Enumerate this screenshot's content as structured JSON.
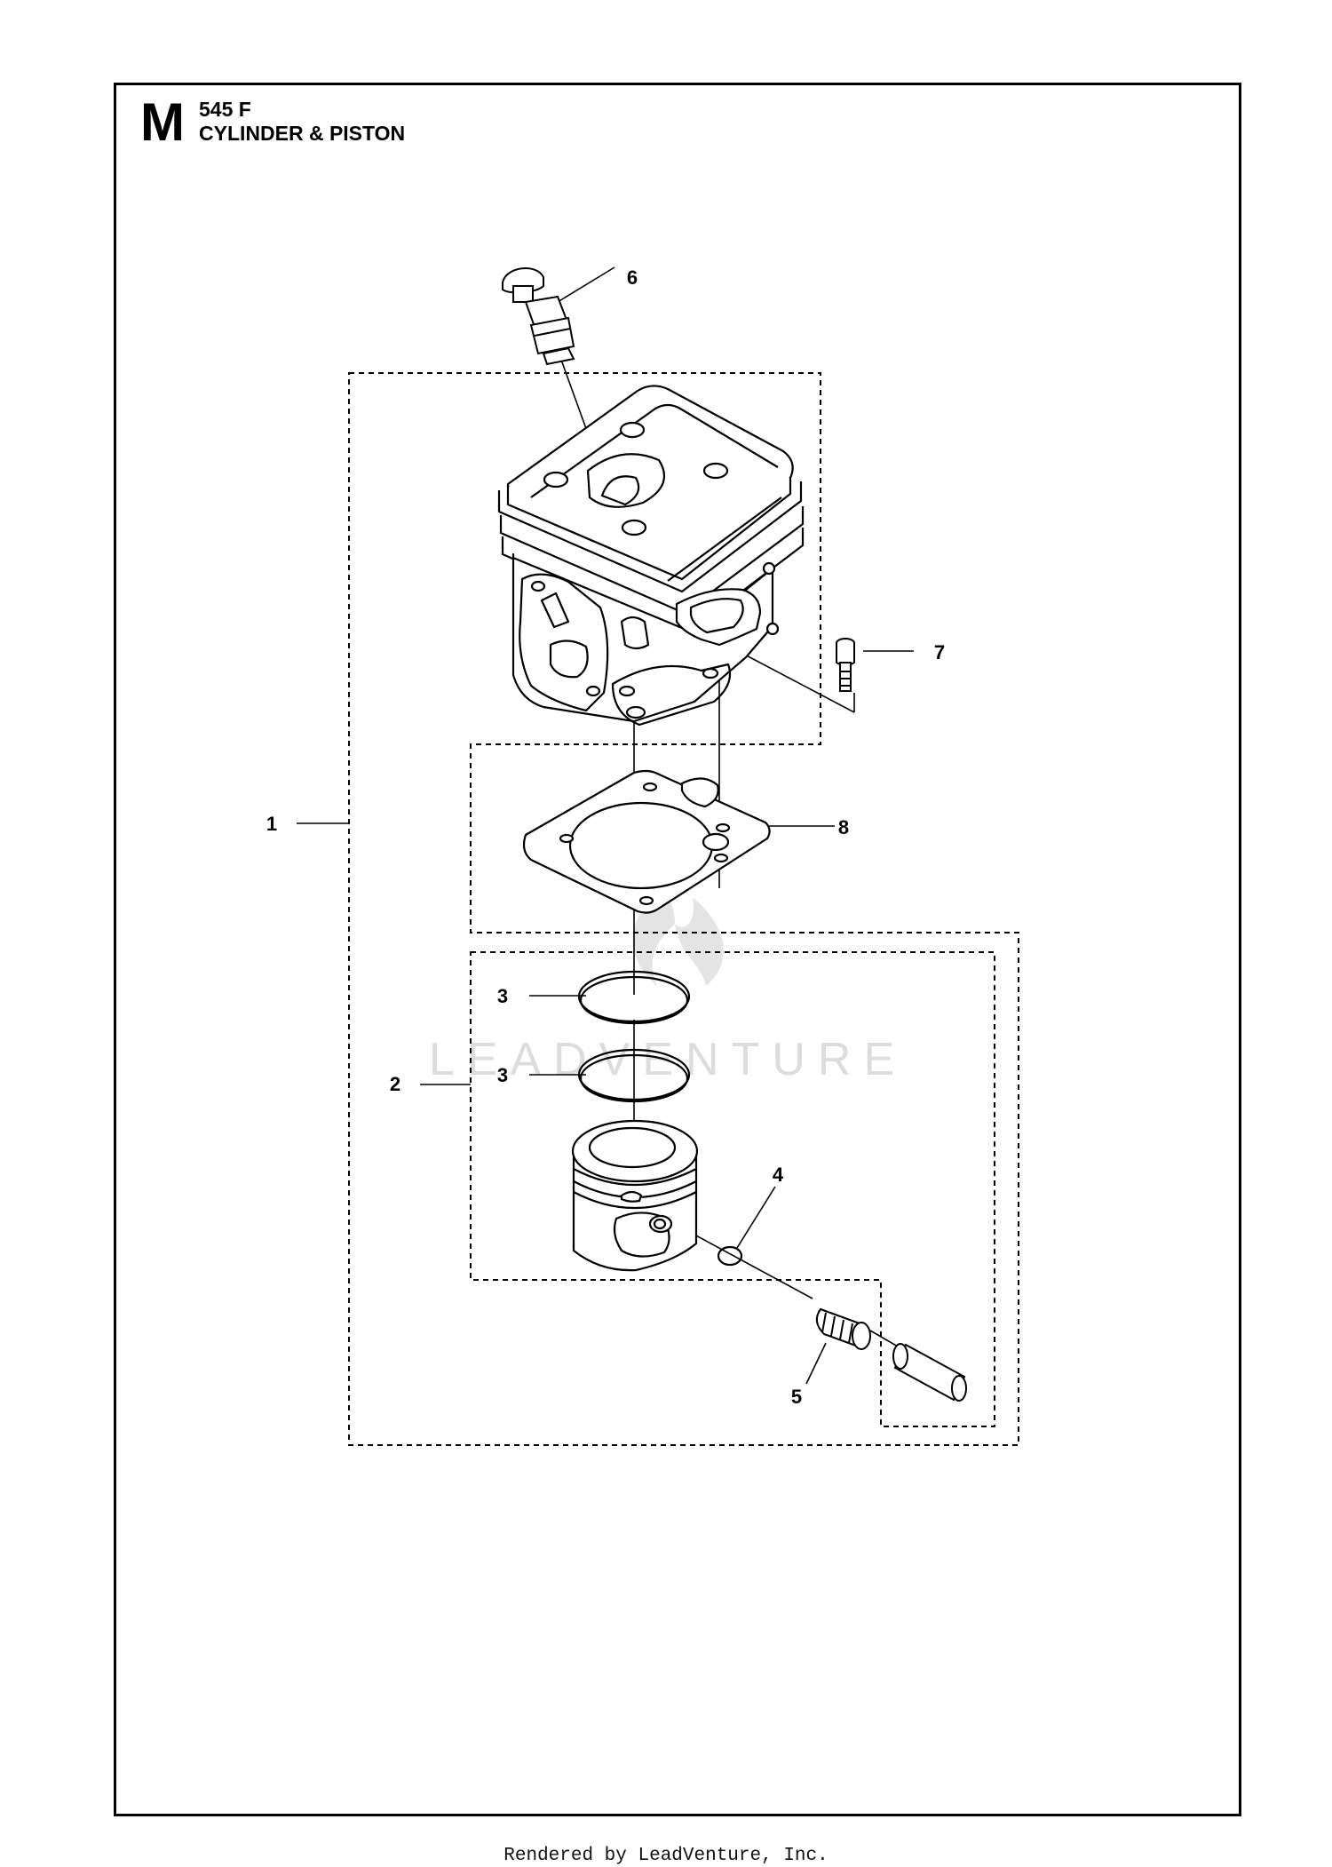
{
  "header": {
    "section_letter": "M",
    "model": "545 F",
    "title": "CYLINDER & PISTON"
  },
  "watermark": {
    "text": "LEADVENTURE",
    "color": "#d9d9d9"
  },
  "callouts": [
    {
      "id": "1",
      "part": "cylinder-assembly"
    },
    {
      "id": "2",
      "part": "piston-assembly"
    },
    {
      "id": "3",
      "part": "piston-ring-upper"
    },
    {
      "id": "3",
      "part": "piston-ring-lower"
    },
    {
      "id": "4",
      "part": "circlip"
    },
    {
      "id": "5",
      "part": "needle-bearing"
    },
    {
      "id": "6",
      "part": "decompression-valve"
    },
    {
      "id": "7",
      "part": "screw"
    },
    {
      "id": "8",
      "part": "cylinder-gasket"
    }
  ],
  "footer": {
    "text": "Rendered by LeadVenture, Inc."
  }
}
